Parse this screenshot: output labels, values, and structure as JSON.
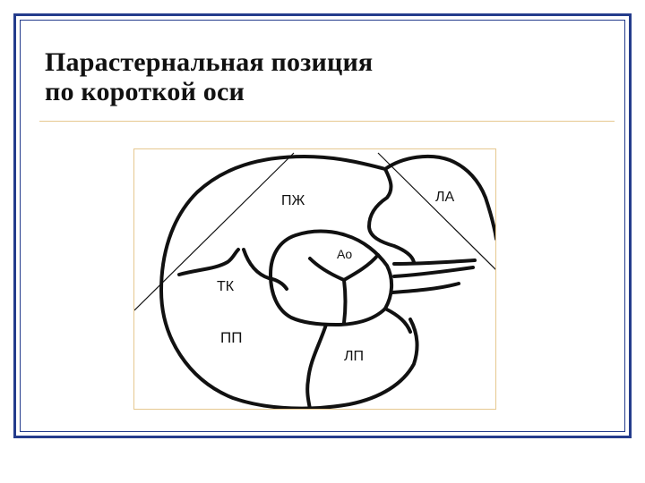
{
  "slide": {
    "title_line1": "Парастернальная позиция",
    "title_line2": "по короткой оси"
  },
  "diagram": {
    "labels": {
      "rv": "ПЖ",
      "pa": "ЛА",
      "ao": "Ао",
      "tv": "ТК",
      "ra": "ПП",
      "la": "ЛП"
    }
  },
  "colors": {
    "frame": "#243c8c",
    "rule": "#e6c890",
    "ink": "#111111"
  }
}
